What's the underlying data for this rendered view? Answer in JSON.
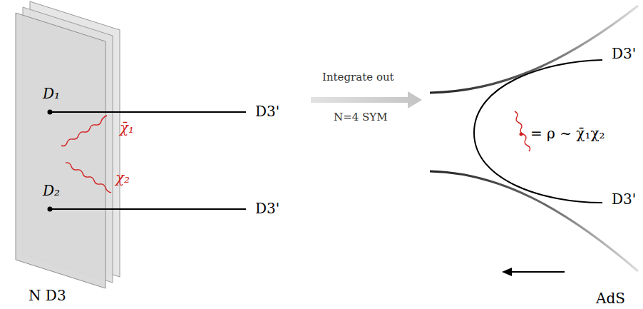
{
  "diagram": {
    "labels": [
      "D₁",
      "D₂",
      "χ̄₁",
      "χ₂",
      "D3'",
      "D3'",
      "Integrate out",
      "N=4 SYM",
      "D3'",
      "D3'",
      "= ρ ∼ χ̄₁χ₂",
      "N D3",
      "AdS"
    ]
  }
}
